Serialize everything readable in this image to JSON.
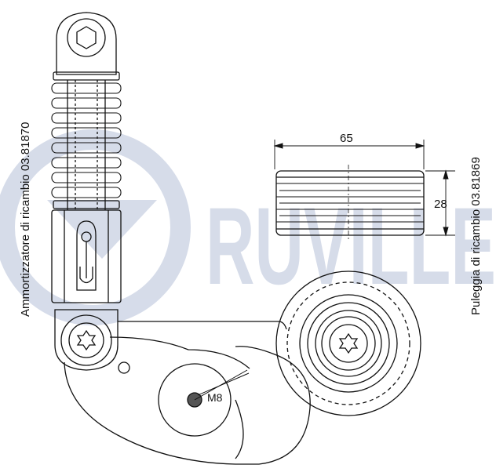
{
  "watermark": {
    "text": "RUVILLE",
    "color": "#cfd6e6"
  },
  "labels": {
    "damper": "Ammortizzatore di ricambio 03.81870",
    "pulley": "Puleggia di ricambio 03.81869",
    "width_dim": "65",
    "height_dim": "28",
    "bolt": "M8"
  },
  "colors": {
    "line": "#111111",
    "background": "#ffffff"
  }
}
